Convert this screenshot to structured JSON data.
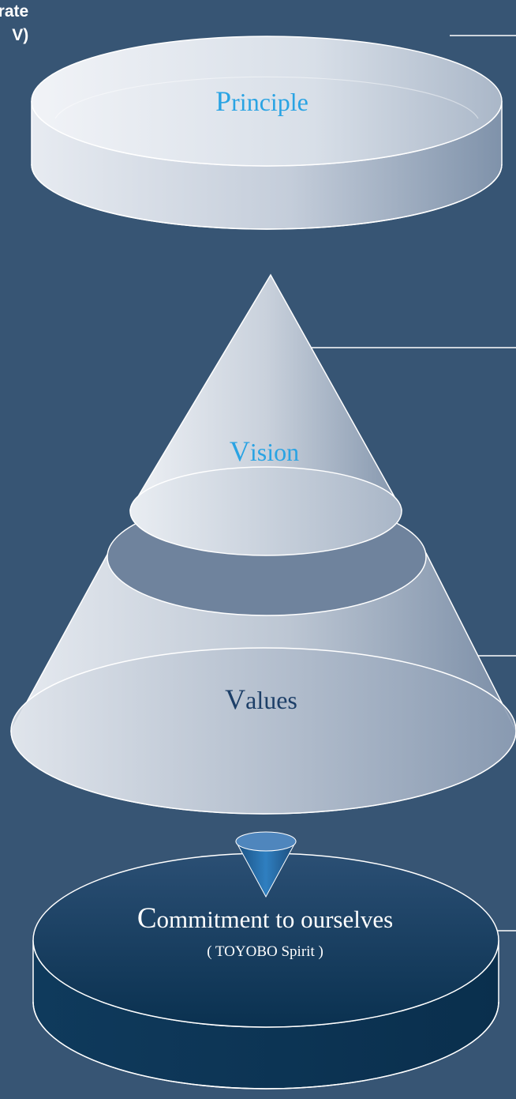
{
  "header": {
    "line1": "porate",
    "line2": "V)"
  },
  "layers": {
    "principle": {
      "first_letter": "P",
      "rest": "rinciple",
      "color": "#29a3e3"
    },
    "vision": {
      "first_letter": "V",
      "rest": "ision",
      "color": "#29a3e3"
    },
    "values": {
      "first_letter": "V",
      "rest": "alues",
      "color": "#1d3f68"
    },
    "commitment": {
      "first_letter": "C",
      "rest": "ommitment to ourselves",
      "subtitle": "( TOYOBO Spirit )",
      "color": "#ffffff"
    }
  },
  "colors": {
    "background": "#375574",
    "leader_line": "#ffffff",
    "commitment_fill": "#0f3a5c"
  }
}
